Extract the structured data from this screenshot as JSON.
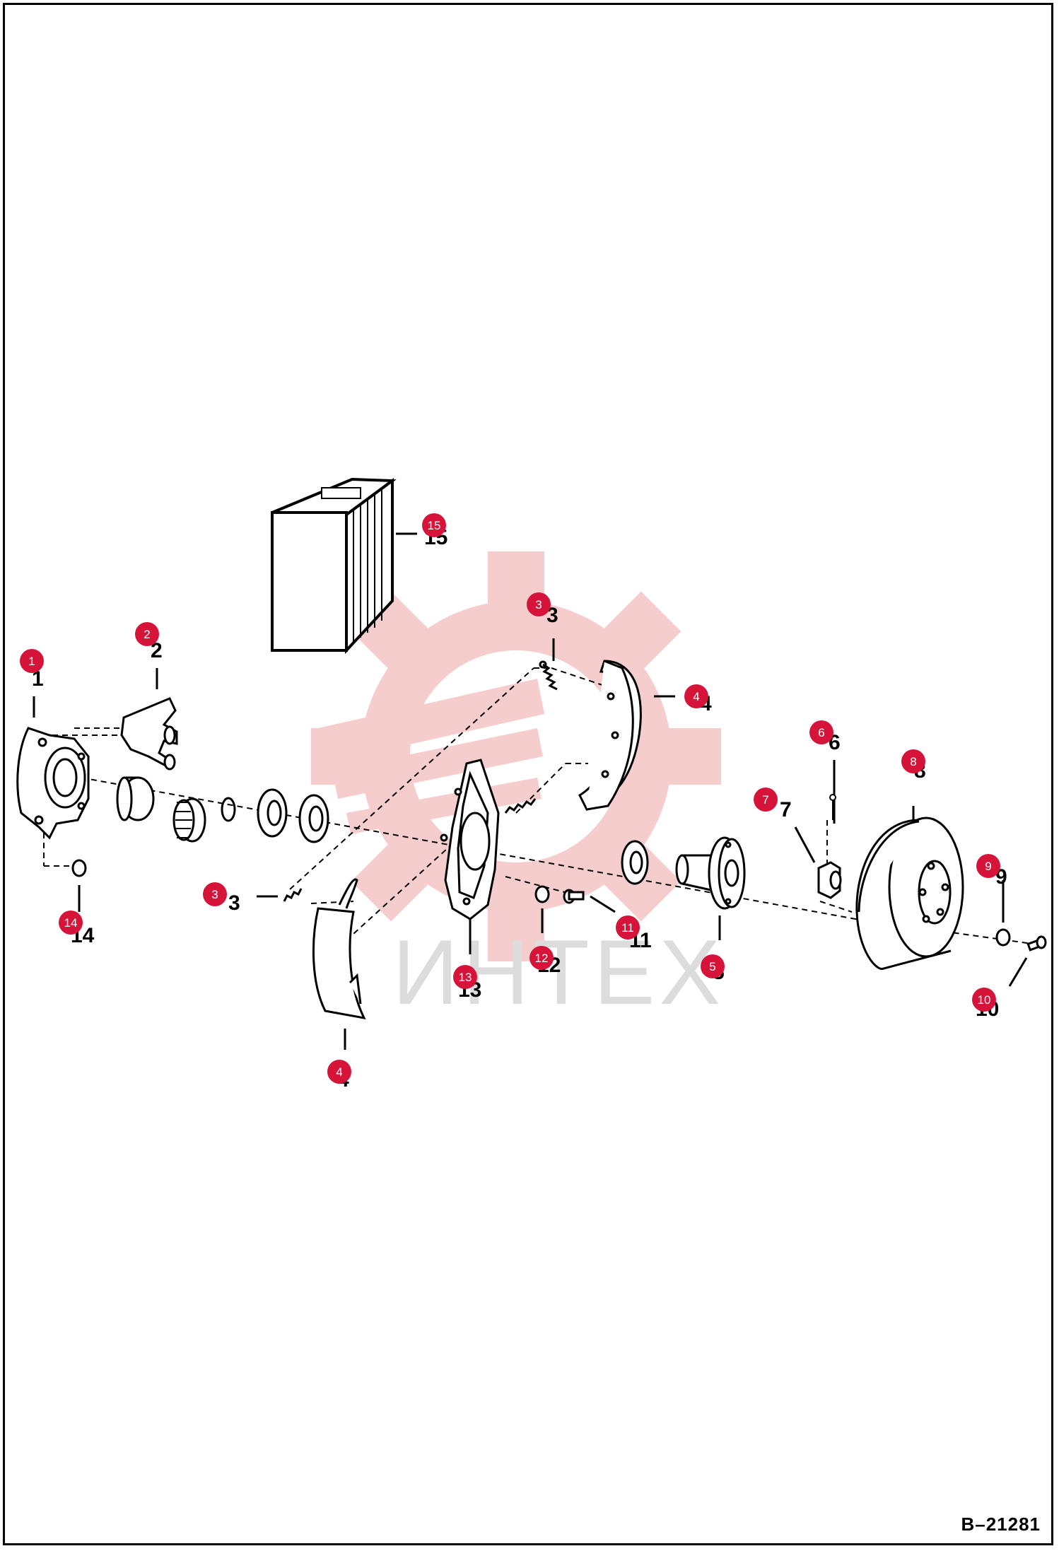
{
  "drawing_code": "B–21281",
  "watermark": {
    "text": "ИНТЕХ",
    "color": "#f3c3c3"
  },
  "callout_color": "#d6143a",
  "callouts": [
    {
      "id": "c1",
      "label": "1"
    },
    {
      "id": "c2",
      "label": "2"
    },
    {
      "id": "c3a",
      "label": "3"
    },
    {
      "id": "c3b",
      "label": "3"
    },
    {
      "id": "c4a",
      "label": "4"
    },
    {
      "id": "c4b",
      "label": "4"
    },
    {
      "id": "c5",
      "label": "5"
    },
    {
      "id": "c6",
      "label": "6"
    },
    {
      "id": "c7",
      "label": "7"
    },
    {
      "id": "c8",
      "label": "8"
    },
    {
      "id": "c9",
      "label": "9"
    },
    {
      "id": "c10",
      "label": "10"
    },
    {
      "id": "c11",
      "label": "11"
    },
    {
      "id": "c12",
      "label": "12"
    },
    {
      "id": "c13",
      "label": "13"
    },
    {
      "id": "c14",
      "label": "14"
    },
    {
      "id": "c15",
      "label": "15"
    }
  ]
}
